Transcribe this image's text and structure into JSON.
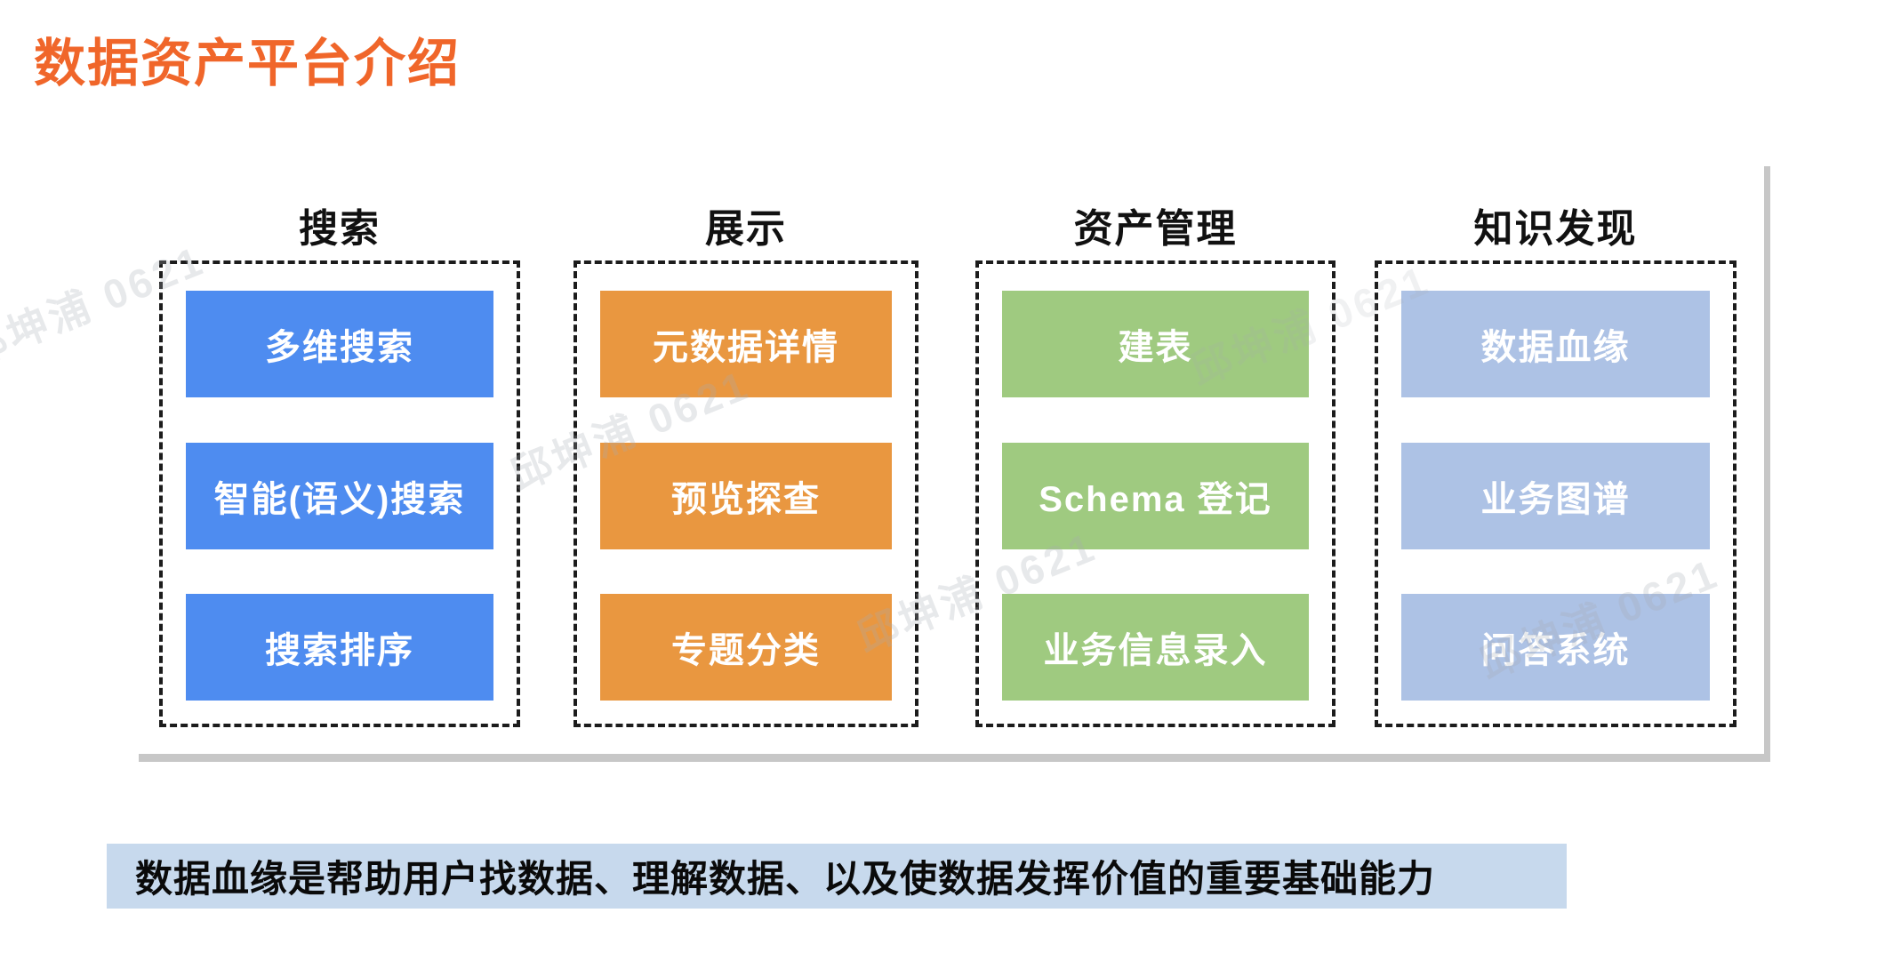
{
  "title": "数据资产平台介绍",
  "watermark": {
    "text": "邱坤浦 0621"
  },
  "columns": [
    {
      "header": "搜索",
      "color": "#4E8CF0",
      "items": [
        "多维搜索",
        "智能(语义)搜索",
        "搜索排序"
      ]
    },
    {
      "header": "展示",
      "color": "#E99740",
      "items": [
        "元数据详情",
        "预览探查",
        "专题分类"
      ]
    },
    {
      "header": "资产管理",
      "color": "#9FCA80",
      "items": [
        "建表",
        "Schema 登记",
        "业务信息录入"
      ]
    },
    {
      "header": "知识发现",
      "color": "#ADC2E5",
      "items": [
        "数据血缘",
        "业务图谱",
        "问答系统"
      ]
    }
  ],
  "footnote": {
    "text": "数据血缘是帮助用户找数据、理解数据、以及使数据发挥价值的重要基础能力",
    "highlight_color": "#C7D9ED"
  },
  "colors": {
    "title": "#F0662A",
    "search_blue": "#4E8CF0",
    "display_orange": "#E99740",
    "asset_green": "#9FCA80",
    "knowledge_periwinkle": "#ADC2E5",
    "footnote_highlight": "#C7D9ED",
    "dashed_border": "#1C1C1C",
    "shadow_gray": "#C7C7C7",
    "watermark_gray": "#A7ABB3"
  }
}
